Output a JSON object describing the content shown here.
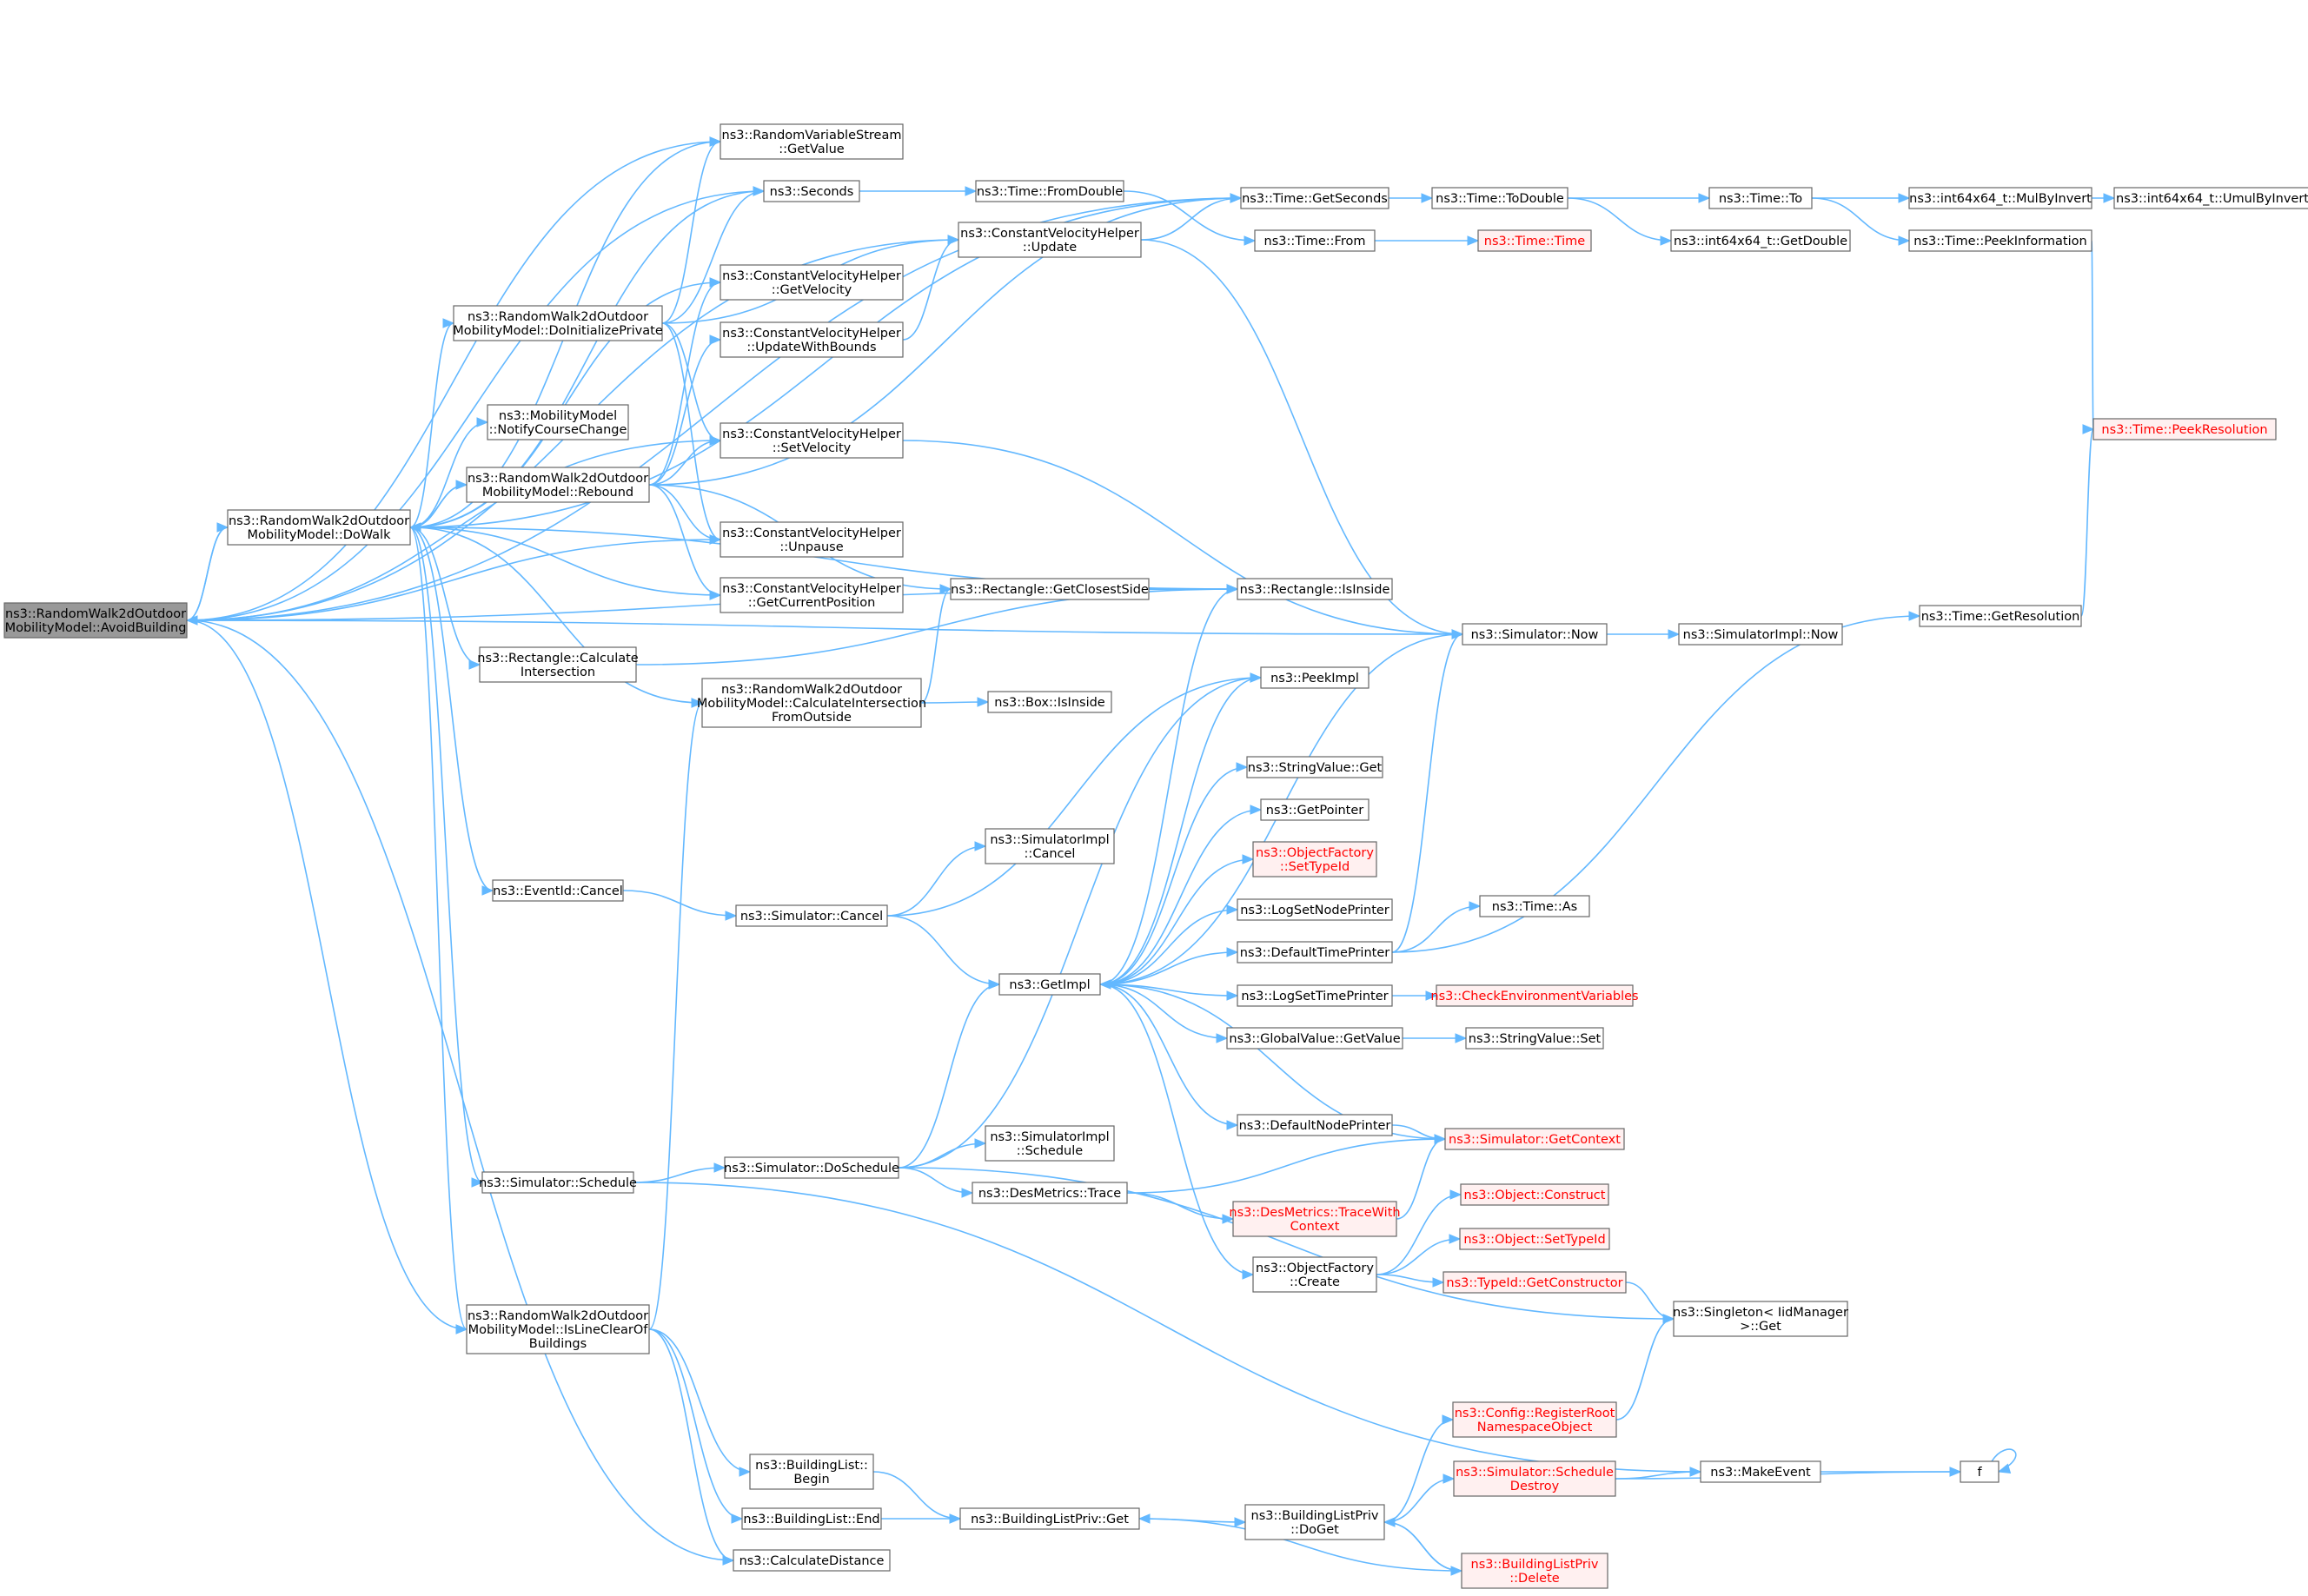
{
  "colors": {
    "edge": "#63b8ff",
    "border_normal": "#666666",
    "border_red": "#ff0000",
    "fill_normal": "#ffffff",
    "fill_red": "#fff0f0",
    "fill_root": "#999999",
    "text_red": "#ff0000"
  },
  "nodes": [
    {
      "id": "avoid",
      "lines": [
        "ns3::RandomWalk2dOutdoor",
        "MobilityModel::AvoidBuilding"
      ],
      "style": "root"
    },
    {
      "id": "dowalk",
      "lines": [
        "ns3::RandomWalk2dOutdoor",
        "MobilityModel::DoWalk"
      ]
    },
    {
      "id": "rvsget",
      "lines": [
        "ns3::RandomVariableStream",
        "::GetValue"
      ]
    },
    {
      "id": "seconds",
      "lines": [
        "ns3::Seconds"
      ]
    },
    {
      "id": "doinit",
      "lines": [
        "ns3::RandomWalk2dOutdoor",
        "MobilityModel::DoInitializePrivate"
      ]
    },
    {
      "id": "notify",
      "lines": [
        "ns3::MobilityModel",
        "::NotifyCourseChange"
      ]
    },
    {
      "id": "rebound",
      "lines": [
        "ns3::RandomWalk2dOutdoor",
        "MobilityModel::Rebound"
      ]
    },
    {
      "id": "rectcalc",
      "lines": [
        "ns3::Rectangle::Calculate",
        "Intersection"
      ]
    },
    {
      "id": "eventcancel",
      "lines": [
        "ns3::EventId::Cancel"
      ]
    },
    {
      "id": "simschedule",
      "lines": [
        "ns3::Simulator::Schedule"
      ]
    },
    {
      "id": "islineclear",
      "lines": [
        "ns3::RandomWalk2dOutdoor",
        "MobilityModel::IsLineClearOf",
        "Buildings"
      ]
    },
    {
      "id": "cvhgetvel",
      "lines": [
        "ns3::ConstantVelocityHelper",
        "::GetVelocity"
      ]
    },
    {
      "id": "cvhupdbounds",
      "lines": [
        "ns3::ConstantVelocityHelper",
        "::UpdateWithBounds"
      ]
    },
    {
      "id": "cvhsetvel",
      "lines": [
        "ns3::ConstantVelocityHelper",
        "::SetVelocity"
      ]
    },
    {
      "id": "cvhunpause",
      "lines": [
        "ns3::ConstantVelocityHelper",
        "::Unpause"
      ]
    },
    {
      "id": "cvhgetpos",
      "lines": [
        "ns3::ConstantVelocityHelper",
        "::GetCurrentPosition"
      ]
    },
    {
      "id": "calcintersect",
      "lines": [
        "ns3::RandomWalk2dOutdoor",
        "MobilityModel::CalculateIntersection",
        "FromOutside"
      ]
    },
    {
      "id": "simcancel",
      "lines": [
        "ns3::Simulator::Cancel"
      ]
    },
    {
      "id": "simdoschedule",
      "lines": [
        "ns3::Simulator::DoSchedule"
      ]
    },
    {
      "id": "blbegin",
      "lines": [
        "ns3::BuildingList::",
        "Begin"
      ]
    },
    {
      "id": "blend",
      "lines": [
        "ns3::BuildingList::End"
      ]
    },
    {
      "id": "calcdist",
      "lines": [
        "ns3::CalculateDistance"
      ]
    },
    {
      "id": "timefromdouble",
      "lines": [
        "ns3::Time::FromDouble"
      ]
    },
    {
      "id": "cvhupdate",
      "lines": [
        "ns3::ConstantVelocityHelper",
        "::Update"
      ]
    },
    {
      "id": "rectclosest",
      "lines": [
        "ns3::Rectangle::GetClosestSide"
      ]
    },
    {
      "id": "boxinside",
      "lines": [
        "ns3::Box::IsInside"
      ]
    },
    {
      "id": "simimplcancel",
      "lines": [
        "ns3::SimulatorImpl",
        "::Cancel"
      ]
    },
    {
      "id": "getimpl",
      "lines": [
        "ns3::GetImpl"
      ]
    },
    {
      "id": "simimplschedule",
      "lines": [
        "ns3::SimulatorImpl",
        "::Schedule"
      ]
    },
    {
      "id": "desmtrace",
      "lines": [
        "ns3::DesMetrics::Trace"
      ]
    },
    {
      "id": "blpget",
      "lines": [
        "ns3::BuildingListPriv::Get"
      ]
    },
    {
      "id": "timegetseconds",
      "lines": [
        "ns3::Time::GetSeconds"
      ]
    },
    {
      "id": "timefrom",
      "lines": [
        "ns3::Time::From"
      ]
    },
    {
      "id": "rectisinside",
      "lines": [
        "ns3::Rectangle::IsInside"
      ]
    },
    {
      "id": "peekimpl",
      "lines": [
        "ns3::PeekImpl"
      ]
    },
    {
      "id": "strvalget",
      "lines": [
        "ns3::StringValue::Get"
      ]
    },
    {
      "id": "getpointer",
      "lines": [
        "ns3::GetPointer"
      ]
    },
    {
      "id": "objfactsettype",
      "lines": [
        "ns3::ObjectFactory",
        "::SetTypeId"
      ],
      "style": "red"
    },
    {
      "id": "logsetnode",
      "lines": [
        "ns3::LogSetNodePrinter"
      ]
    },
    {
      "id": "deftimeprinter",
      "lines": [
        "ns3::DefaultTimePrinter"
      ]
    },
    {
      "id": "logsettime",
      "lines": [
        "ns3::LogSetTimePrinter"
      ]
    },
    {
      "id": "globalvalget",
      "lines": [
        "ns3::GlobalValue::GetValue"
      ]
    },
    {
      "id": "defnodeprinter",
      "lines": [
        "ns3::DefaultNodePrinter"
      ]
    },
    {
      "id": "desmtracectx",
      "lines": [
        "ns3::DesMetrics::TraceWith",
        "Context"
      ],
      "style": "red"
    },
    {
      "id": "objfactcreate",
      "lines": [
        "ns3::ObjectFactory",
        "::Create"
      ]
    },
    {
      "id": "blpdoget",
      "lines": [
        "ns3::BuildingListPriv",
        "::DoGet"
      ]
    },
    {
      "id": "timetime",
      "lines": [
        "ns3::Time::Time"
      ],
      "style": "red"
    },
    {
      "id": "simnow",
      "lines": [
        "ns3::Simulator::Now"
      ]
    },
    {
      "id": "timeas",
      "lines": [
        "ns3::Time::As"
      ]
    },
    {
      "id": "checkenv",
      "lines": [
        "ns3::CheckEnvironmentVariables"
      ],
      "style": "red"
    },
    {
      "id": "strvalset",
      "lines": [
        "ns3::StringValue::Set"
      ]
    },
    {
      "id": "simgetctx",
      "lines": [
        "ns3::Simulator::GetContext"
      ],
      "style": "red"
    },
    {
      "id": "objconstruct",
      "lines": [
        "ns3::Object::Construct"
      ],
      "style": "red"
    },
    {
      "id": "objsettype",
      "lines": [
        "ns3::Object::SetTypeId"
      ],
      "style": "red"
    },
    {
      "id": "typeidctor",
      "lines": [
        "ns3::TypeId::GetConstructor"
      ],
      "style": "red"
    },
    {
      "id": "cfgregroot",
      "lines": [
        "ns3::Config::RegisterRoot",
        "NamespaceObject"
      ],
      "style": "red"
    },
    {
      "id": "simschedestroy",
      "lines": [
        "ns3::Simulator::Schedule",
        "Destroy"
      ],
      "style": "red"
    },
    {
      "id": "blpdelete",
      "lines": [
        "ns3::BuildingListPriv",
        "::Delete"
      ],
      "style": "red"
    },
    {
      "id": "timetodouble",
      "lines": [
        "ns3::Time::ToDouble"
      ]
    },
    {
      "id": "int64getdouble",
      "lines": [
        "ns3::int64x64_t::GetDouble"
      ]
    },
    {
      "id": "simimplnow",
      "lines": [
        "ns3::SimulatorImpl::Now"
      ]
    },
    {
      "id": "singletonget",
      "lines": [
        "ns3::Singleton< IidManager",
        " >::Get"
      ]
    },
    {
      "id": "makeevent",
      "lines": [
        "ns3::MakeEvent"
      ]
    },
    {
      "id": "timeto",
      "lines": [
        "ns3::Time::To"
      ]
    },
    {
      "id": "timepeekinfo",
      "lines": [
        "ns3::Time::PeekInformation"
      ]
    },
    {
      "id": "timegetres",
      "lines": [
        "ns3::Time::GetResolution"
      ]
    },
    {
      "id": "int64mulbyinv",
      "lines": [
        "ns3::int64x64_t::MulByInvert"
      ]
    },
    {
      "id": "timepeekres",
      "lines": [
        "ns3::Time::PeekResolution"
      ],
      "style": "red"
    },
    {
      "id": "int64umulbyinv",
      "lines": [
        "ns3::int64x64_t::UmulByInvert"
      ]
    },
    {
      "id": "f",
      "lines": [
        "f"
      ]
    }
  ],
  "edges": [
    [
      "avoid",
      "dowalk"
    ],
    [
      "avoid",
      "rvsget"
    ],
    [
      "avoid",
      "seconds"
    ],
    [
      "avoid",
      "cvhupdate"
    ],
    [
      "avoid",
      "cvhsetvel"
    ],
    [
      "avoid",
      "cvhunpause"
    ],
    [
      "avoid",
      "timegetseconds"
    ],
    [
      "avoid",
      "rectisinside"
    ],
    [
      "avoid",
      "simnow"
    ],
    [
      "avoid",
      "islineclear"
    ],
    [
      "avoid",
      "calcdist"
    ],
    [
      "dowalk",
      "avoid"
    ],
    [
      "dowalk",
      "rvsget"
    ],
    [
      "dowalk",
      "seconds"
    ],
    [
      "dowalk",
      "doinit"
    ],
    [
      "dowalk",
      "notify"
    ],
    [
      "dowalk",
      "rebound"
    ],
    [
      "dowalk",
      "rectcalc"
    ],
    [
      "dowalk",
      "eventcancel"
    ],
    [
      "dowalk",
      "simschedule"
    ],
    [
      "dowalk",
      "islineclear"
    ],
    [
      "dowalk",
      "cvhgetvel"
    ],
    [
      "dowalk",
      "cvhgetpos"
    ],
    [
      "dowalk",
      "calcintersect"
    ],
    [
      "dowalk",
      "rectisinside"
    ],
    [
      "dowalk",
      "timegetseconds"
    ],
    [
      "doinit",
      "rvsget"
    ],
    [
      "doinit",
      "seconds"
    ],
    [
      "doinit",
      "cvhupdate"
    ],
    [
      "doinit",
      "cvhsetvel"
    ],
    [
      "doinit",
      "cvhunpause"
    ],
    [
      "rebound",
      "dowalk"
    ],
    [
      "rebound",
      "cvhgetvel"
    ],
    [
      "rebound",
      "cvhupdbounds"
    ],
    [
      "rebound",
      "cvhsetvel"
    ],
    [
      "rebound",
      "cvhunpause"
    ],
    [
      "rebound",
      "cvhgetpos"
    ],
    [
      "rebound",
      "rectclosest"
    ],
    [
      "rebound",
      "timegetseconds"
    ],
    [
      "rectcalc",
      "rectisinside"
    ],
    [
      "eventcancel",
      "simcancel"
    ],
    [
      "simschedule",
      "simdoschedule"
    ],
    [
      "simschedule",
      "makeevent"
    ],
    [
      "islineclear",
      "calcintersect"
    ],
    [
      "islineclear",
      "blbegin"
    ],
    [
      "islineclear",
      "blend"
    ],
    [
      "islineclear",
      "calcdist"
    ],
    [
      "cvhupdbounds",
      "cvhupdate"
    ],
    [
      "cvhsetvel",
      "simnow"
    ],
    [
      "calcintersect",
      "rectclosest"
    ],
    [
      "calcintersect",
      "boxinside"
    ],
    [
      "simcancel",
      "simimplcancel"
    ],
    [
      "simcancel",
      "getimpl"
    ],
    [
      "simcancel",
      "peekimpl"
    ],
    [
      "simdoschedule",
      "simimplschedule"
    ],
    [
      "simdoschedule",
      "getimpl"
    ],
    [
      "simdoschedule",
      "desmtrace"
    ],
    [
      "simdoschedule",
      "peekimpl"
    ],
    [
      "simdoschedule",
      "singletonget"
    ],
    [
      "blbegin",
      "blpget"
    ],
    [
      "blend",
      "blpget"
    ],
    [
      "seconds",
      "timefromdouble"
    ],
    [
      "timefromdouble",
      "timefrom"
    ],
    [
      "cvhupdate",
      "timegetseconds"
    ],
    [
      "cvhupdate",
      "simnow"
    ],
    [
      "rectclosest",
      "rectisinside"
    ],
    [
      "getimpl",
      "rectisinside"
    ],
    [
      "getimpl",
      "peekimpl"
    ],
    [
      "getimpl",
      "strvalget"
    ],
    [
      "getimpl",
      "getpointer"
    ],
    [
      "getimpl",
      "objfactsettype"
    ],
    [
      "getimpl",
      "logsetnode"
    ],
    [
      "getimpl",
      "deftimeprinter"
    ],
    [
      "getimpl",
      "logsettime"
    ],
    [
      "getimpl",
      "globalvalget"
    ],
    [
      "getimpl",
      "defnodeprinter"
    ],
    [
      "getimpl",
      "simnow"
    ],
    [
      "getimpl",
      "objfactcreate"
    ],
    [
      "desmtrace",
      "simgetctx"
    ],
    [
      "desmtrace",
      "desmtracectx"
    ],
    [
      "blpget",
      "blpdoget"
    ],
    [
      "timegetseconds",
      "timetodouble"
    ],
    [
      "timefrom",
      "timetime"
    ],
    [
      "deftimeprinter",
      "simnow"
    ],
    [
      "deftimeprinter",
      "timeas"
    ],
    [
      "deftimeprinter",
      "timegetres"
    ],
    [
      "logsettime",
      "checkenv"
    ],
    [
      "globalvalget",
      "strvalset"
    ],
    [
      "defnodeprinter",
      "simgetctx"
    ],
    [
      "desmtracectx",
      "simgetctx"
    ],
    [
      "objfactcreate",
      "objconstruct"
    ],
    [
      "objfactcreate",
      "objsettype"
    ],
    [
      "objfactcreate",
      "typeidctor"
    ],
    [
      "blpdoget",
      "cfgregroot"
    ],
    [
      "blpdoget",
      "simschedestroy"
    ],
    [
      "blpdoget",
      "blpdelete"
    ],
    [
      "simnow",
      "simimplnow"
    ],
    [
      "simgetctx",
      "getimpl"
    ],
    [
      "typeidctor",
      "singletonget"
    ],
    [
      "cfgregroot",
      "singletonget"
    ],
    [
      "simschedestroy",
      "makeevent"
    ],
    [
      "simschedestroy",
      "f"
    ],
    [
      "blpdelete",
      "blpdoget"
    ],
    [
      "blpdelete",
      "blpget"
    ],
    [
      "timetodouble",
      "int64getdouble"
    ],
    [
      "timetodouble",
      "timeto"
    ],
    [
      "makeevent",
      "f"
    ],
    [
      "f",
      "f"
    ],
    [
      "timeto",
      "int64mulbyinv"
    ],
    [
      "timeto",
      "timepeekinfo"
    ],
    [
      "timepeekinfo",
      "timepeekres"
    ],
    [
      "timegetres",
      "timepeekres"
    ],
    [
      "int64mulbyinv",
      "int64umulbyinv"
    ]
  ]
}
